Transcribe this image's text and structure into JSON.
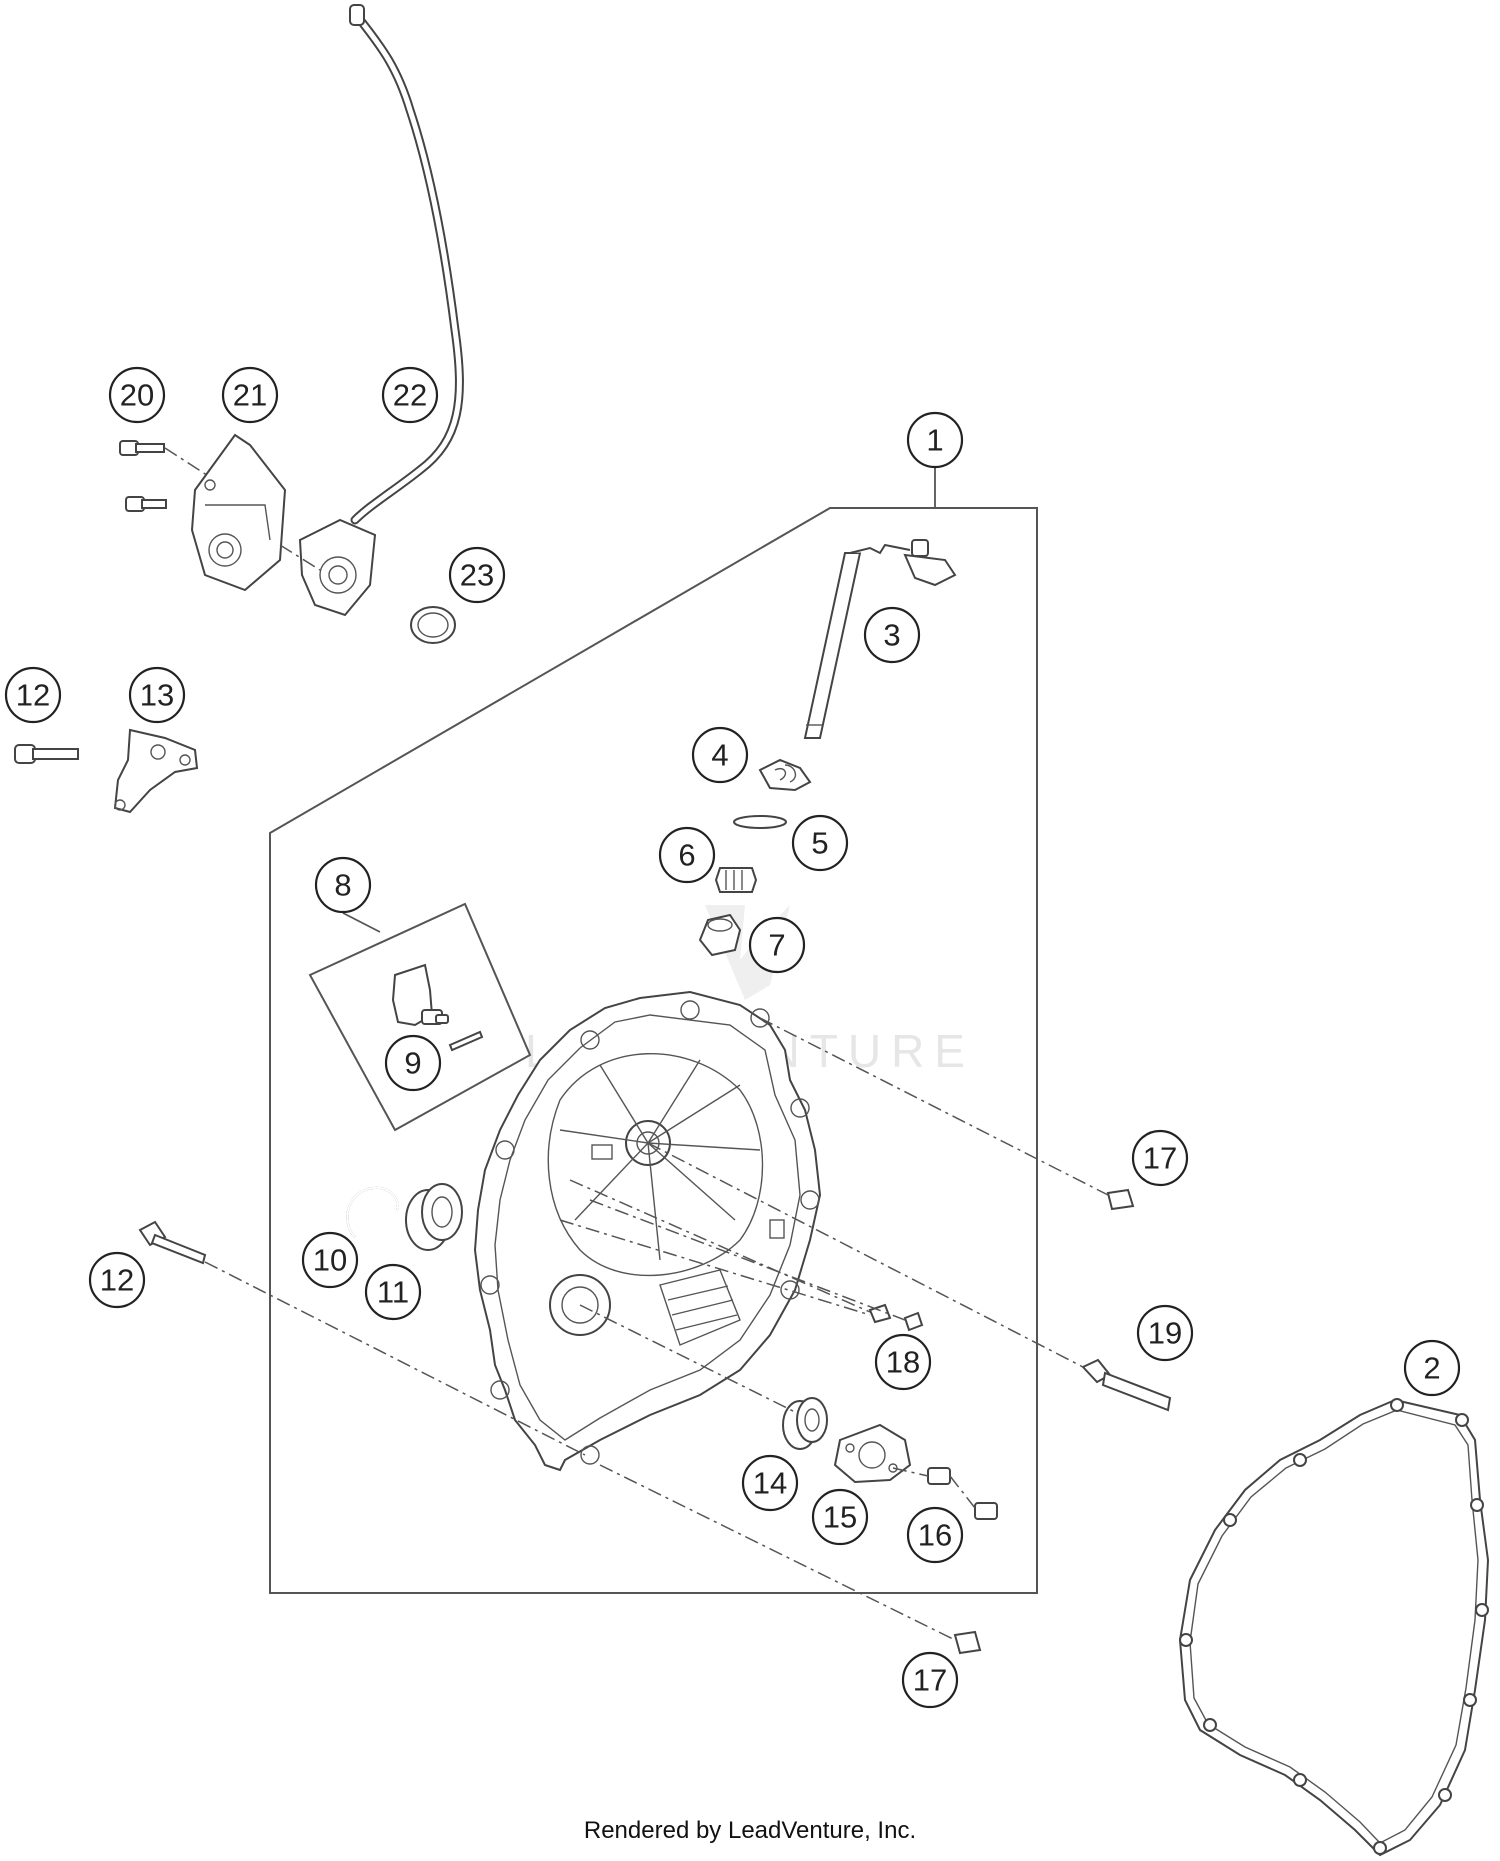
{
  "diagram": {
    "watermark": "LEADVENTURE",
    "footer": "Rendered by LeadVenture, Inc.",
    "callouts": {
      "c1": "1",
      "c2": "2",
      "c3": "3",
      "c4": "4",
      "c5": "5",
      "c6": "6",
      "c7": "7",
      "c8": "8",
      "c9": "9",
      "c10": "10",
      "c11": "11",
      "c12a": "12",
      "c12b": "12",
      "c13": "13",
      "c14": "14",
      "c15": "15",
      "c16": "16",
      "c17a": "17",
      "c17b": "17",
      "c18": "18",
      "c19": "19",
      "c20": "20",
      "c21": "21",
      "c22": "22",
      "c23": "23"
    }
  }
}
